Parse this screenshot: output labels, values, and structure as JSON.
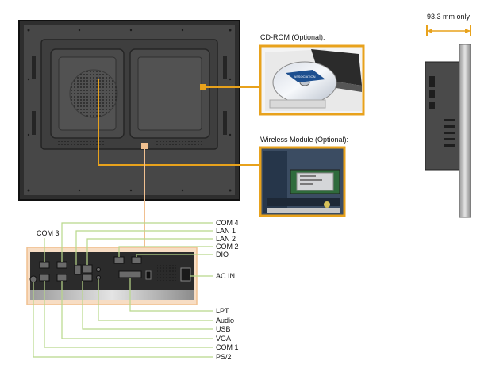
{
  "callouts": {
    "cdrom": "CD-ROM (Optional):",
    "wireless": "Wireless Module (Optional):",
    "depth": "93.3 mm only",
    "cdrom_disc_text": "ASSOCIATION"
  },
  "ports_right": [
    "COM 4",
    "LAN 1",
    "LAN 2",
    "COM 2",
    "DIO"
  ],
  "ac_in": "AC IN",
  "com3": "COM 3",
  "ports_bottom": [
    "LPT",
    "Audio",
    "USB",
    "VGA",
    "COM 1",
    "PS/2"
  ],
  "colors": {
    "panel_dark": "#3a3a3a",
    "panel_light": "#5a5a5a",
    "orange": "#e8a21c",
    "salmon": "#f0c090",
    "green": "#b8d88a",
    "io_panel": "#2b2b2b"
  }
}
